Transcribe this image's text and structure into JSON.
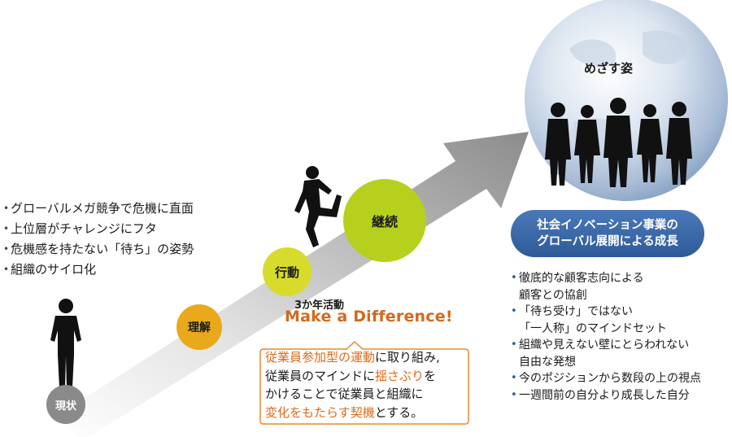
{
  "current_state": {
    "label": "現状",
    "issues": [
      "グローバルメガ競争で危機に直面",
      "上位層がチャレンジにフタ",
      "危機感を持たない「待ち」の姿勢",
      "組織のサイロ化"
    ]
  },
  "steps": [
    {
      "label": "理解",
      "color": "#e9a91a"
    },
    {
      "label": "行動",
      "color": "#d7dc2b"
    },
    {
      "label": "継続",
      "color": "#b7cf1d"
    }
  ],
  "activity": {
    "period": "3か年活動",
    "slogan": "Make a Difference!",
    "slogan_color": "#d2691e"
  },
  "callout": {
    "line1_hl": "従業員参加型の運動",
    "line1_rest": "に取り組み,",
    "line2_pre": "従業員のマインドに",
    "line2_hl": "揺さぶり",
    "line2_post": "を",
    "line3": "かけることで従業員と組織に",
    "line4_hl": "変化をもたらす契機",
    "line4_rest": "とする。",
    "highlight_color": "#e06a16",
    "border_color": "#e8892a"
  },
  "goal": {
    "title": "めざす姿",
    "badge_line1": "社会イノベーション事業の",
    "badge_line2": "グローバル展開による成長",
    "badge_color": "#3a68a8",
    "points": [
      [
        "徹底的な顧客志向による",
        "顧客との協創"
      ],
      [
        "「待ち受け」ではない",
        "「一人称」のマインドセット"
      ],
      [
        "組織や見えない壁にとらわれない",
        "自由な発想"
      ],
      [
        "今のポジションから数段の上の視点"
      ],
      [
        "一週間前の自分より成長した自分"
      ]
    ]
  },
  "icons": {
    "arrow": "growth-arrow",
    "globe": "globe-icon",
    "people": [
      "standing-person-icon",
      "climbing-person-icon",
      "business-team-icon"
    ]
  }
}
